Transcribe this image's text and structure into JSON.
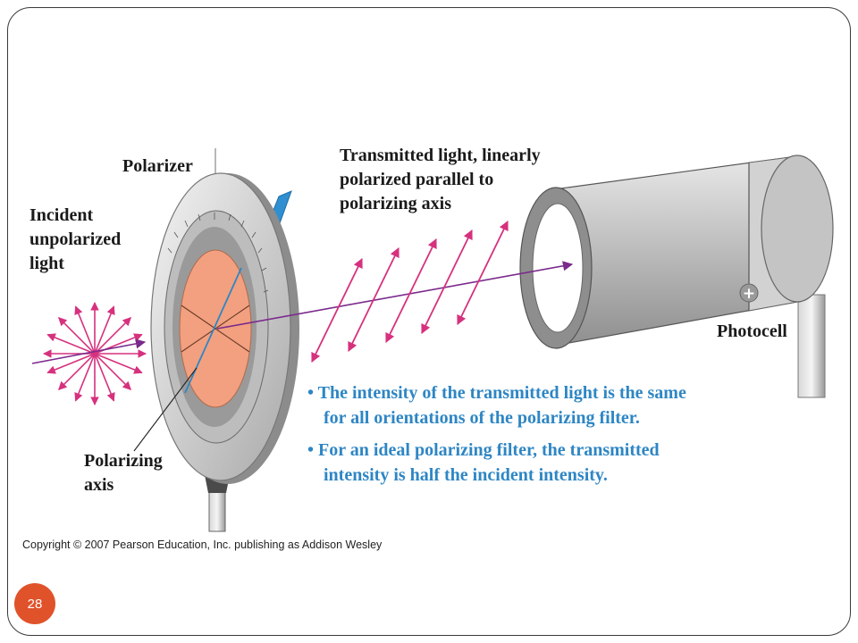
{
  "labels": {
    "polarizer": "Polarizer",
    "incident": [
      "Incident",
      "unpolarized",
      "light"
    ],
    "transmitted": [
      "Transmitted light, linearly",
      "polarized parallel to",
      "polarizing axis"
    ],
    "photocell": "Photocell",
    "polarizing_axis": [
      "Polarizing",
      "axis"
    ],
    "plus_sign": "+"
  },
  "bullets": [
    [
      "• The intensity of the transmitted light is the same",
      "for all orientations of the polarizing filter."
    ],
    [
      "• For an ideal polarizing filter, the transmitted",
      "intensity is half the incident intensity."
    ]
  ],
  "copyright": "Copyright © 2007 Pearson Education, Inc. publishing as Addison Wesley",
  "slide_number": "28",
  "colors": {
    "beam": "#7b2a8c",
    "polarization_arrows": "#d6317e",
    "filter": "#f2a07f",
    "bullet_text": "#2e86c4",
    "slide_badge": "#e0522a",
    "handle": "#2f8fd0"
  }
}
